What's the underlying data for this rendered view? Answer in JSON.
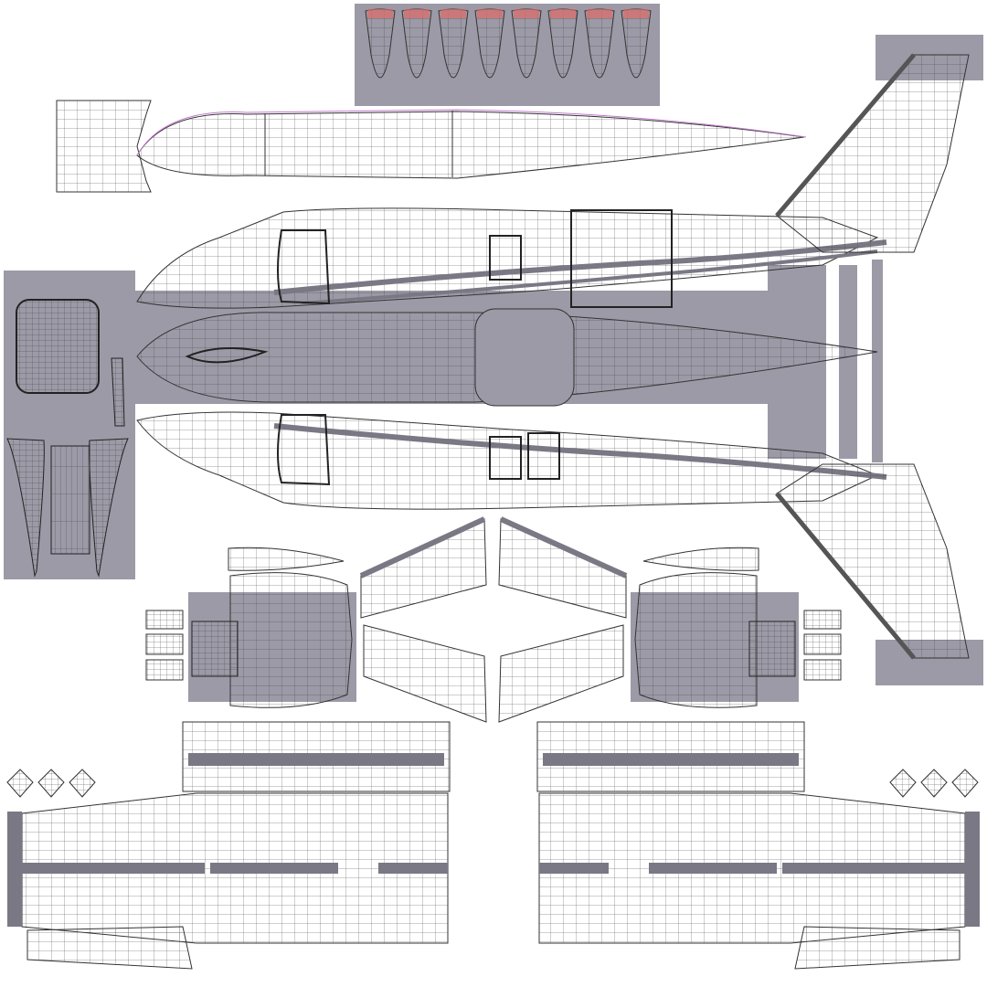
{
  "canvas": {
    "background": "#ffffff",
    "island_gray": "#9c9aa6",
    "stripe_gray": "#7a7884",
    "wire_color": "#333333",
    "seam_color": "#c47ad0",
    "accent_red": "#e06a6a"
  },
  "islands": [
    {
      "name": "propeller-blades",
      "count": 8
    },
    {
      "name": "fuselage-top"
    },
    {
      "name": "fuselage-side-top"
    },
    {
      "name": "fuselage-bottom"
    },
    {
      "name": "fuselage-side-bottom"
    },
    {
      "name": "vertical-tail-top"
    },
    {
      "name": "vertical-tail-bottom"
    },
    {
      "name": "cockpit-panel-left"
    },
    {
      "name": "engine-nacelle-left"
    },
    {
      "name": "engine-nacelle-right"
    },
    {
      "name": "horizontal-stabilizer-left"
    },
    {
      "name": "horizontal-stabilizer-right"
    },
    {
      "name": "wing-left"
    },
    {
      "name": "wing-right"
    }
  ]
}
